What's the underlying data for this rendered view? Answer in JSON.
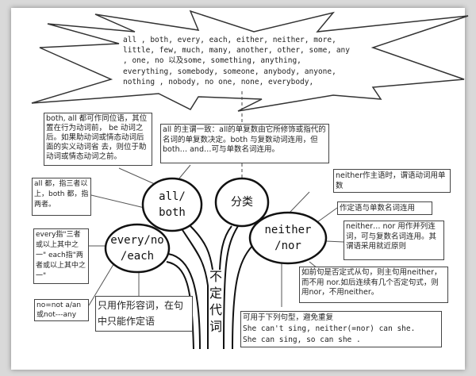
{
  "title_words": [
    "all , both, every, each, either, neither, more,",
    "little, few, much, many, another, other, some, any",
    ", one, no 以及some, something, anything,",
    "everything, somebody, someone, anybody, anyone,",
    "nothing , nobody, no one, none, everybody,"
  ],
  "center_label": "不定代词",
  "nodes": {
    "all_both": [
      "all/",
      "both"
    ],
    "category": "分类",
    "every_each": [
      "every/no",
      "/each"
    ],
    "neither_nor": [
      "neither",
      "/nor"
    ]
  },
  "notes": {
    "appositive": "both, all 都可作同位语，其位置在行为动词前， be 动词之后。如果助动词或情态动词后面的实义动词省 去，则位于助动词或情态动词之前。",
    "agreement": "all 的主谓一致：all的单复数由它所修饰或指代的名词的单复数决定。both 与复数动词连用，但 both… and…可与单数名词连用。",
    "all_both_meaning": "all 都，指三者以上，both 都，指两者。",
    "every_each": "every指\"三者或以上其中之一\" each指\"两者或以上其中之一\"",
    "no_not": "no=not a/an 或not---any",
    "adjective_only": "只用作形容词，在句中只能作定语",
    "neither_subject": "neither作主语时，谓语动词用单数",
    "attributive": "作定语与单数名词连用",
    "neither_nor_conj": "neither… nor 用作并列连词，可与复数名词连用。其谓语采用就近原则",
    "negative_clause": "如前句是否定式从句，则主句用neither，而不用 nor.如后连续有几个否定句式，则用nor，不用neither。",
    "patterns": [
      "可用于下列句型，避免重复",
      "She can't sing, neither(=nor) can she.",
      "She can sing, so can she ."
    ]
  }
}
